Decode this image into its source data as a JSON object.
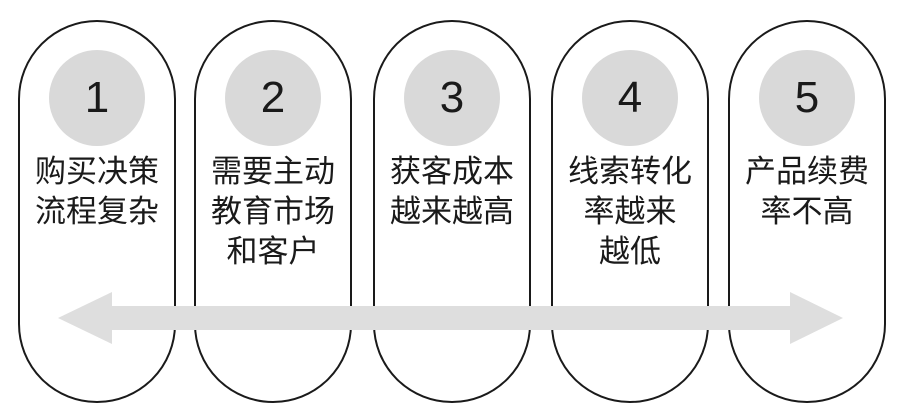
{
  "diagram": {
    "accent_gray": "#d9d9d9",
    "stroke": "#1a1a1a",
    "arrow_color": "#dedede",
    "arrow_direction": "bidirectional",
    "steps": [
      {
        "number": "1",
        "lines": [
          "购买决策",
          "流程复杂"
        ]
      },
      {
        "number": "2",
        "lines": [
          "需要主动",
          "教育市场",
          "和客户"
        ]
      },
      {
        "number": "3",
        "lines": [
          "获客成本",
          "越来越高"
        ]
      },
      {
        "number": "4",
        "lines": [
          "线索转化",
          "率越来",
          "越低"
        ]
      },
      {
        "number": "5",
        "lines": [
          "产品续费",
          "率不高"
        ]
      }
    ]
  }
}
